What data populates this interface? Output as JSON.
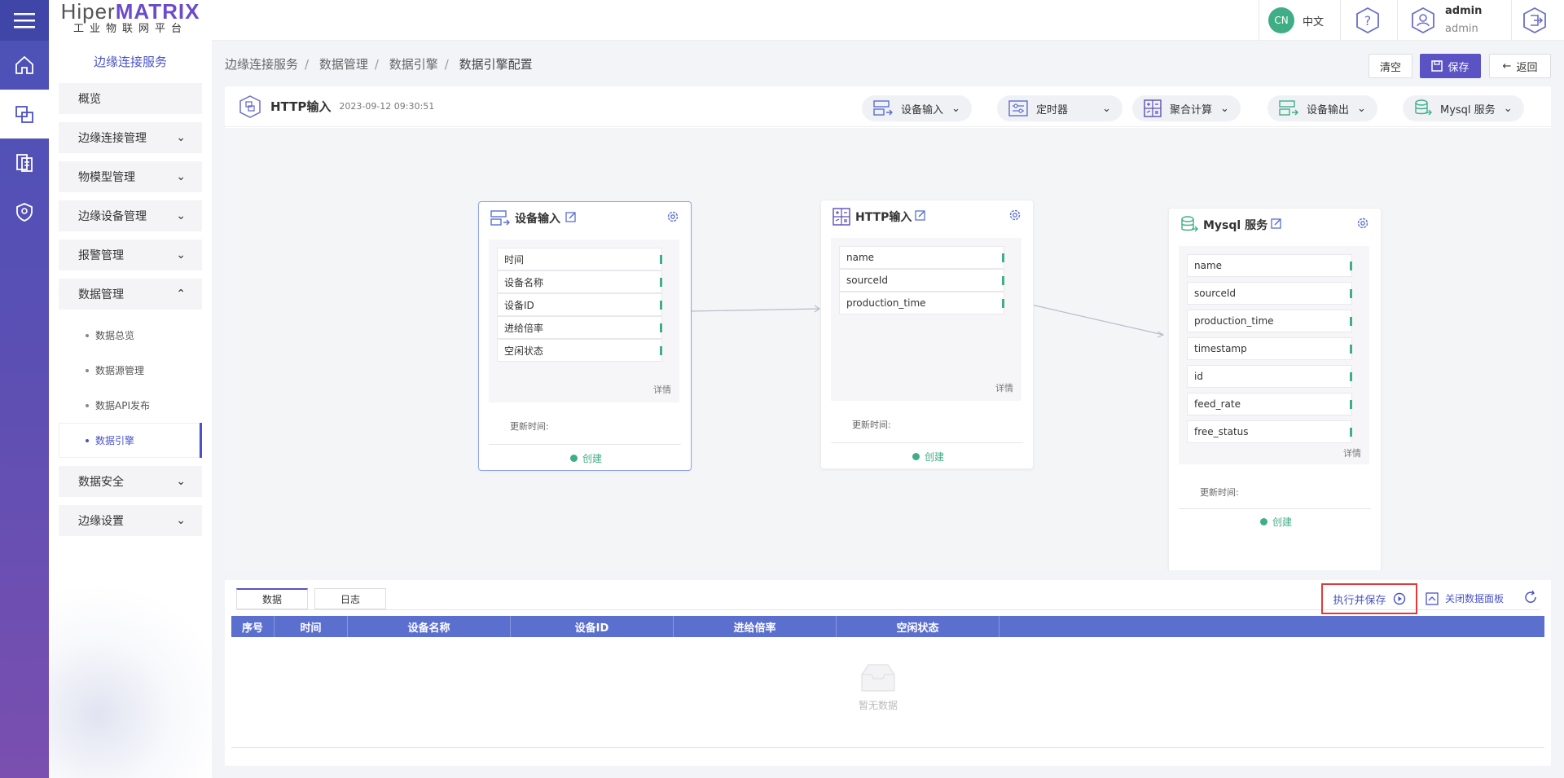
{
  "logo": {
    "brand_a": "Hiper",
    "brand_b": "MATRIX",
    "subtitle": "工业物联网平台"
  },
  "topbar": {
    "lang_badge": "CN",
    "lang_label": "中文",
    "user_name": "admin",
    "user_role": "admin"
  },
  "sidebar": {
    "title": "边缘连接服务",
    "items": [
      {
        "label": "概览"
      },
      {
        "label": "边缘连接管理"
      },
      {
        "label": "物模型管理"
      },
      {
        "label": "边缘设备管理"
      },
      {
        "label": "报警管理"
      },
      {
        "label": "数据管理"
      }
    ],
    "sub_items": [
      {
        "label": "数据总览"
      },
      {
        "label": "数据源管理"
      },
      {
        "label": "数据API发布"
      },
      {
        "label": "数据引擎"
      }
    ],
    "items_after": [
      {
        "label": "数据安全"
      },
      {
        "label": "边缘设置"
      }
    ]
  },
  "breadcrumb": [
    "边缘连接服务",
    "数据管理",
    "数据引擎",
    "数据引擎配置"
  ],
  "actions": {
    "clear": "清空",
    "save": "保存",
    "back": "返回"
  },
  "panel": {
    "title": "HTTP输入",
    "date": "2023-09-12 09:30:51",
    "dropdowns": [
      {
        "label": "设备输入"
      },
      {
        "label": "定时器"
      },
      {
        "label": "聚合计算"
      },
      {
        "label": "设备输出"
      },
      {
        "label": "Mysql 服务"
      }
    ]
  },
  "nodes": {
    "n1": {
      "title": "设备输入",
      "fields": [
        "时间",
        "设备名称",
        "设备ID",
        "进给倍率",
        "空闲状态"
      ],
      "detail": "详情",
      "update": "更新时间:",
      "status": "创建"
    },
    "n2": {
      "title": "HTTP输入",
      "fields": [
        "name",
        "sourceId",
        "production_time"
      ],
      "detail": "详情",
      "update": "更新时间:",
      "status": "创建"
    },
    "n3": {
      "title": "Mysql 服务",
      "fields": [
        "name",
        "sourceId",
        "production_time",
        "timestamp",
        "id",
        "feed_rate",
        "free_status"
      ],
      "detail": "详情",
      "update": "更新时间:",
      "status": "创建"
    }
  },
  "bottom": {
    "tabs": [
      "数据",
      "日志"
    ],
    "run_save": "执行并保存",
    "close_panel": "关闭数据面板",
    "columns": [
      "序号",
      "时间",
      "设备名称",
      "设备ID",
      "进给倍率",
      "空闲状态"
    ],
    "empty": "暂无数据"
  },
  "colors": {
    "accent": "#5b52c4",
    "green": "#3fae86",
    "table_head": "#5b6fcf",
    "highlight": "#e23a3a"
  }
}
